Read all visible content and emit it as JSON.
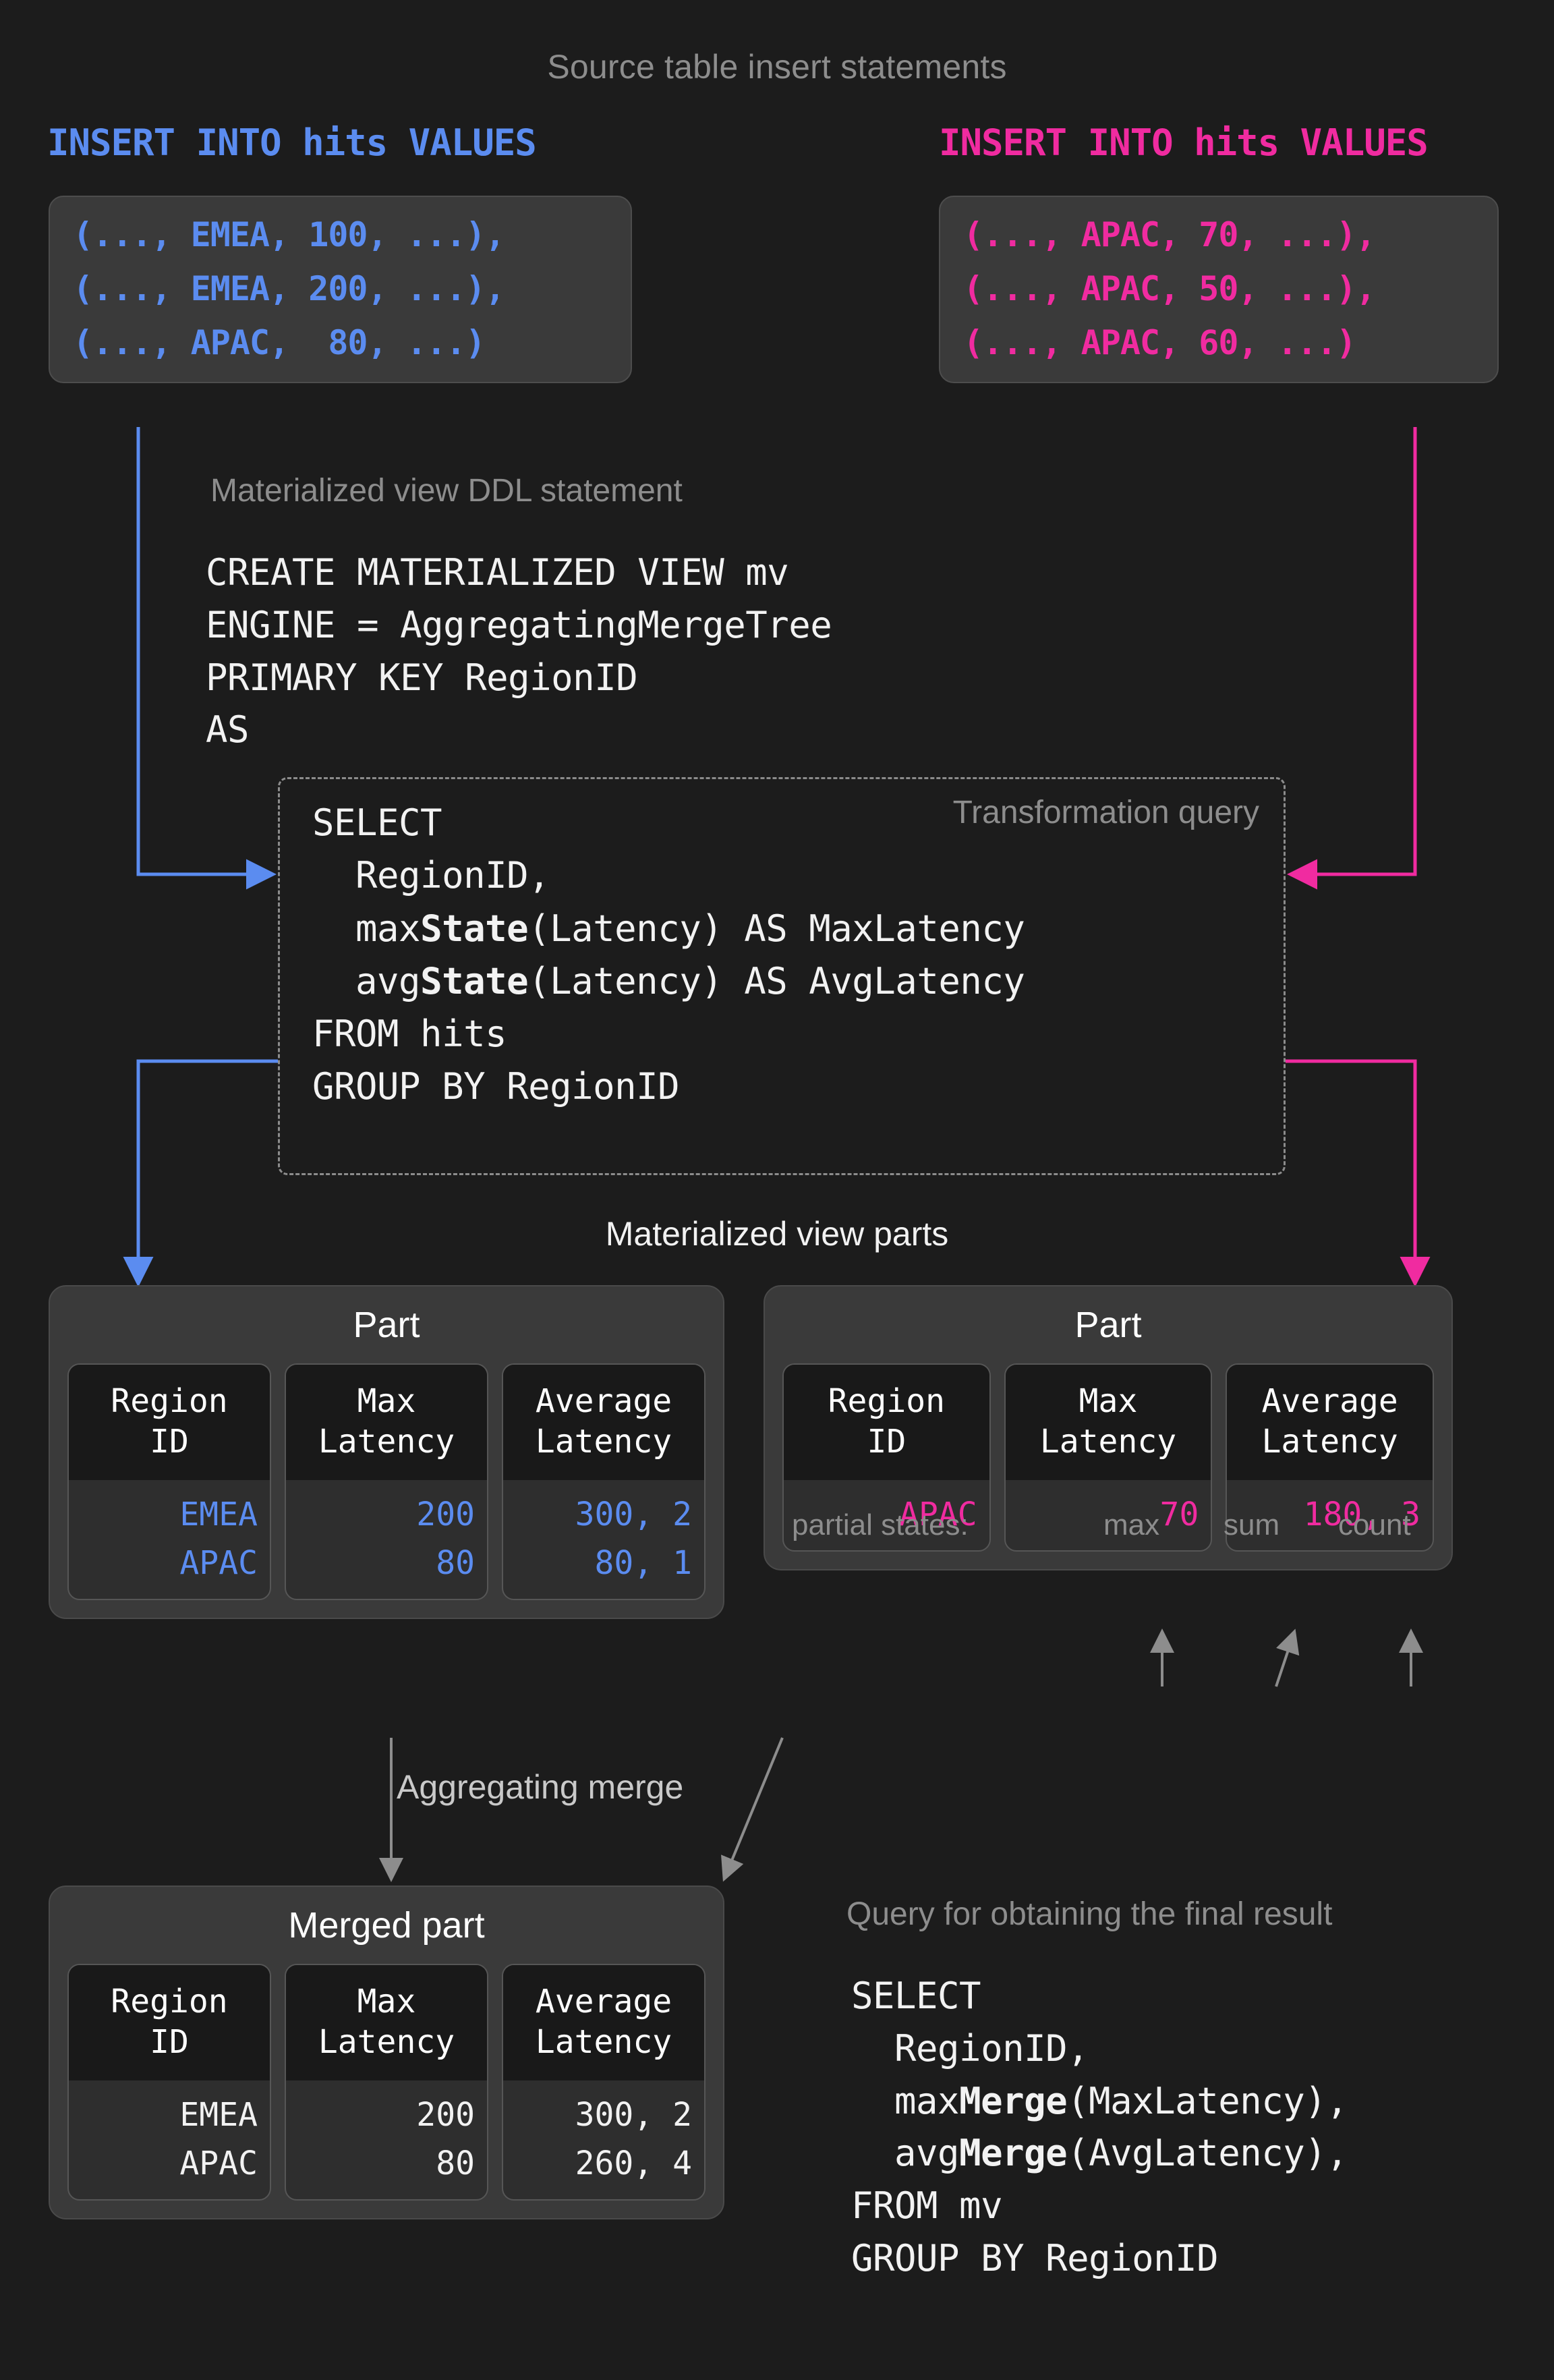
{
  "captions": {
    "top": "Source table insert statements",
    "ddl": "Materialized view DDL statement",
    "transformation": "Transformation query",
    "mv_parts": "Materialized view parts",
    "aggregating_merge": "Aggregating merge",
    "final_query": "Query for obtaining the final result"
  },
  "inserts": {
    "left": {
      "header": "INSERT INTO hits VALUES",
      "color": "#5b8cf0",
      "rows": [
        "(..., EMEA, 100, ...),",
        "(..., EMEA, 200, ...),",
        "(..., APAC,  80, ...)"
      ]
    },
    "right": {
      "header": "INSERT INTO hits VALUES",
      "color": "#f02ba0",
      "rows": [
        "(..., APAC, 70, ...),",
        "(..., APAC, 50, ...),",
        "(..., APAC, 60, ...)"
      ]
    }
  },
  "ddl": {
    "lines": [
      "CREATE MATERIALIZED VIEW mv",
      "ENGINE = AggregatingMergeTree",
      "PRIMARY KEY RegionID",
      "AS"
    ]
  },
  "transformation_query": {
    "line1": "SELECT",
    "line2": "  RegionID,",
    "line3_pre": "  max",
    "line3_bold": "State",
    "line3_post": "(Latency) AS MaxLatency",
    "line4_pre": "  avg",
    "line4_bold": "State",
    "line4_post": "(Latency) AS AvgLatency",
    "line5": "FROM hits",
    "line6": "GROUP BY RegionID"
  },
  "parts": {
    "headers": [
      "Region\nID",
      "Max\nLatency",
      "Average\nLatency"
    ],
    "left": {
      "title": "Part",
      "rows": [
        [
          "EMEA",
          "200",
          "300, 2"
        ],
        [
          "APAC",
          "80",
          "80, 1"
        ]
      ]
    },
    "right": {
      "title": "Part",
      "rows": [
        [
          "APAC",
          "70",
          "180, 3"
        ]
      ],
      "partial_states": {
        "label": "partial states:",
        "max": "max",
        "sum": "sum",
        "count": "count"
      }
    },
    "merged": {
      "title": "Merged part",
      "rows": [
        [
          "EMEA",
          "200",
          "300, 2"
        ],
        [
          "APAC",
          "80",
          "260, 4"
        ]
      ]
    }
  },
  "final_query": {
    "line1": "SELECT",
    "line2": "  RegionID,",
    "line3_pre": "  max",
    "line3_bold": "Merge",
    "line3_post": "(MaxLatency),",
    "line4_pre": "  avg",
    "line4_bold": "Merge",
    "line4_post": "(AvgLatency),",
    "line5": "FROM mv",
    "line6": "GROUP BY RegionID"
  },
  "colors": {
    "background": "#1c1c1c",
    "blue": "#5b8cf0",
    "pink": "#f02ba0",
    "gray": "#8d8d8d",
    "panel": "#3a3a3a"
  }
}
